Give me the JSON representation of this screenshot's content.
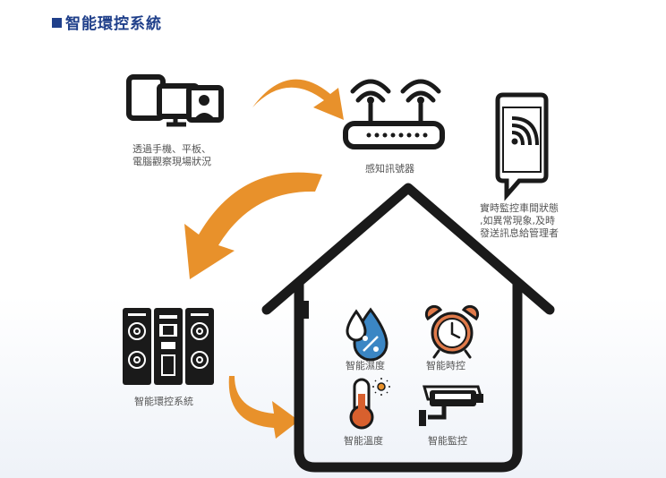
{
  "title": "智能環控系統",
  "captions": {
    "devices_line1": "透過手機、平板、",
    "devices_line2": "電腦觀察現場狀況",
    "router": "感知訊號器",
    "phone_line1": "實時監控車間狀態",
    "phone_line2": ",如異常現象,及時",
    "phone_line3": "發送訊息給管理者",
    "cabinet": "智能環控系統",
    "humidity": "智能濕度",
    "timer": "智能時控",
    "temperature": "智能溫度",
    "monitor": "智能監控"
  },
  "icons": {
    "devices": "devices-icon",
    "router": "router-icon",
    "phone": "phone-signal-icon",
    "cabinet": "control-cabinet-icon",
    "humidity": "humidity-drop-icon",
    "timer": "alarm-clock-icon",
    "temperature": "thermometer-icon",
    "monitor": "cctv-camera-icon"
  },
  "colors": {
    "title": "#1f3f8a",
    "arrow": "#e8912b",
    "outline": "#1a1a1a",
    "drop": "#3b86c4",
    "clock": "#e07a4a",
    "thermo": "#d8602e"
  }
}
